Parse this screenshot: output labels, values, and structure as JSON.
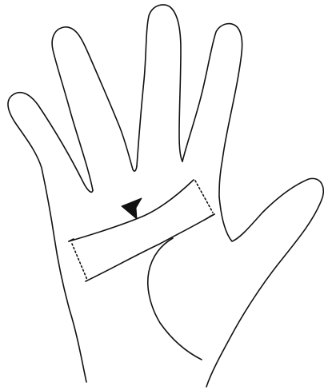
{
  "figure": {
    "subject": "open-hand-palm-outline",
    "style": "black-line-drawing",
    "colors": {
      "background": "#ffffff",
      "ink": "#111111"
    },
    "annotations": {
      "marker": "arrowhead-pointer",
      "highlighted_region": "band-across-palm",
      "band_sides": "dotted-lines"
    }
  }
}
